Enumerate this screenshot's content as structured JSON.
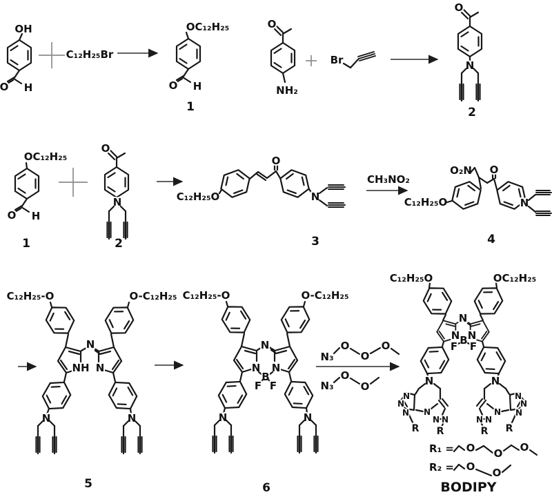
{
  "style": {
    "ink": "#161616",
    "background": "#ffffff"
  },
  "scheme": {
    "row1": {
      "phenol": {
        "hydroxyl": "OH",
        "aldehyde_o": "O",
        "aldehyde_h": "H"
      },
      "plus_left": "+",
      "alkyl_halide": "C₁₂H₂₅Br",
      "compound1": {
        "ether": "OC₁₂H₂₅",
        "aldehyde_o": "O",
        "aldehyde_h": "H",
        "number": "1"
      },
      "aminoketone": {
        "ketone_o": "O",
        "amine": "NH₂"
      },
      "plus_right": "+",
      "propargyl_bromide": {
        "halide": "Br"
      },
      "compound2": {
        "ketone_o": "O",
        "amine_n": "N",
        "number": "2"
      }
    },
    "row2": {
      "compound1": {
        "ether": "OC₁₂H₂₅",
        "aldehyde_o": "O",
        "aldehyde_h": "H",
        "number": "1"
      },
      "plus": "+",
      "compound2": {
        "ketone_o": "O",
        "amine_n": "N",
        "number": "2"
      },
      "compound3": {
        "ether": "C₁₂H₂₅O",
        "ketone_o": "O",
        "amine_n": "N",
        "number": "3"
      },
      "step_reagent": "CH₃NO₂",
      "compound4": {
        "nitro": "O₂N",
        "ether": "C₁₂H₂₅O",
        "ketone_o": "O",
        "amine_n": "N",
        "number": "4"
      }
    },
    "row3": {
      "compound5": {
        "ether_left": "C₁₂H₂₅-O",
        "ether_right": "O-C₁₂H₂₅",
        "aza_n": "N",
        "pyrrole_nh": "NH",
        "pyrrole_n": "N",
        "amine_n_left": "N",
        "amine_n_right": "N",
        "number": "5"
      },
      "compound6": {
        "ether_left": "C₁₂H₂₅-O",
        "ether_right": "O-C₁₂H₂₅",
        "aza_n": "N",
        "pyrrole_n_left": "N",
        "pyrrole_n_right": "N",
        "boron": "B",
        "fluorine_left": "F",
        "fluorine_right": "F",
        "amine_n_left": "N",
        "amine_n_right": "N",
        "number": "6"
      },
      "azide1": {
        "n3": "N₃",
        "o1": "O",
        "o2": "O",
        "o3": "O"
      },
      "azide2": {
        "n3": "N₃",
        "o1": "O",
        "o2": "O"
      },
      "bodipy": {
        "ether_left": "C₁₂H₂₅O",
        "ether_right": "OC₁₂H₂₅",
        "aza_n": "N",
        "pyrrole_n_left": "N",
        "pyrrole_n_right": "N",
        "boron": "B",
        "fluorine_left": "F",
        "fluorine_right": "F",
        "amine_n_left": "N",
        "amine_n_right": "N",
        "triazole_left": {
          "n1": "N",
          "n2": "N",
          "n3": "N",
          "n_fused": "N",
          "n4": "N",
          "n5": "N",
          "r_a": "R",
          "r_b": "R"
        },
        "triazole_right": {
          "n1": "N",
          "n2": "N",
          "n3": "N",
          "n_fused": "N",
          "n4": "N",
          "n5": "N",
          "r_a": "R",
          "r_b": "R"
        }
      },
      "legend": {
        "r1_label": "R₁ =",
        "r1_o1": "O",
        "r1_o2": "O",
        "r1_o3": "O",
        "r2_label": "R₂ =",
        "r2_o1": "O",
        "r2_o2": "O",
        "product_name": "BODIPY"
      }
    }
  }
}
